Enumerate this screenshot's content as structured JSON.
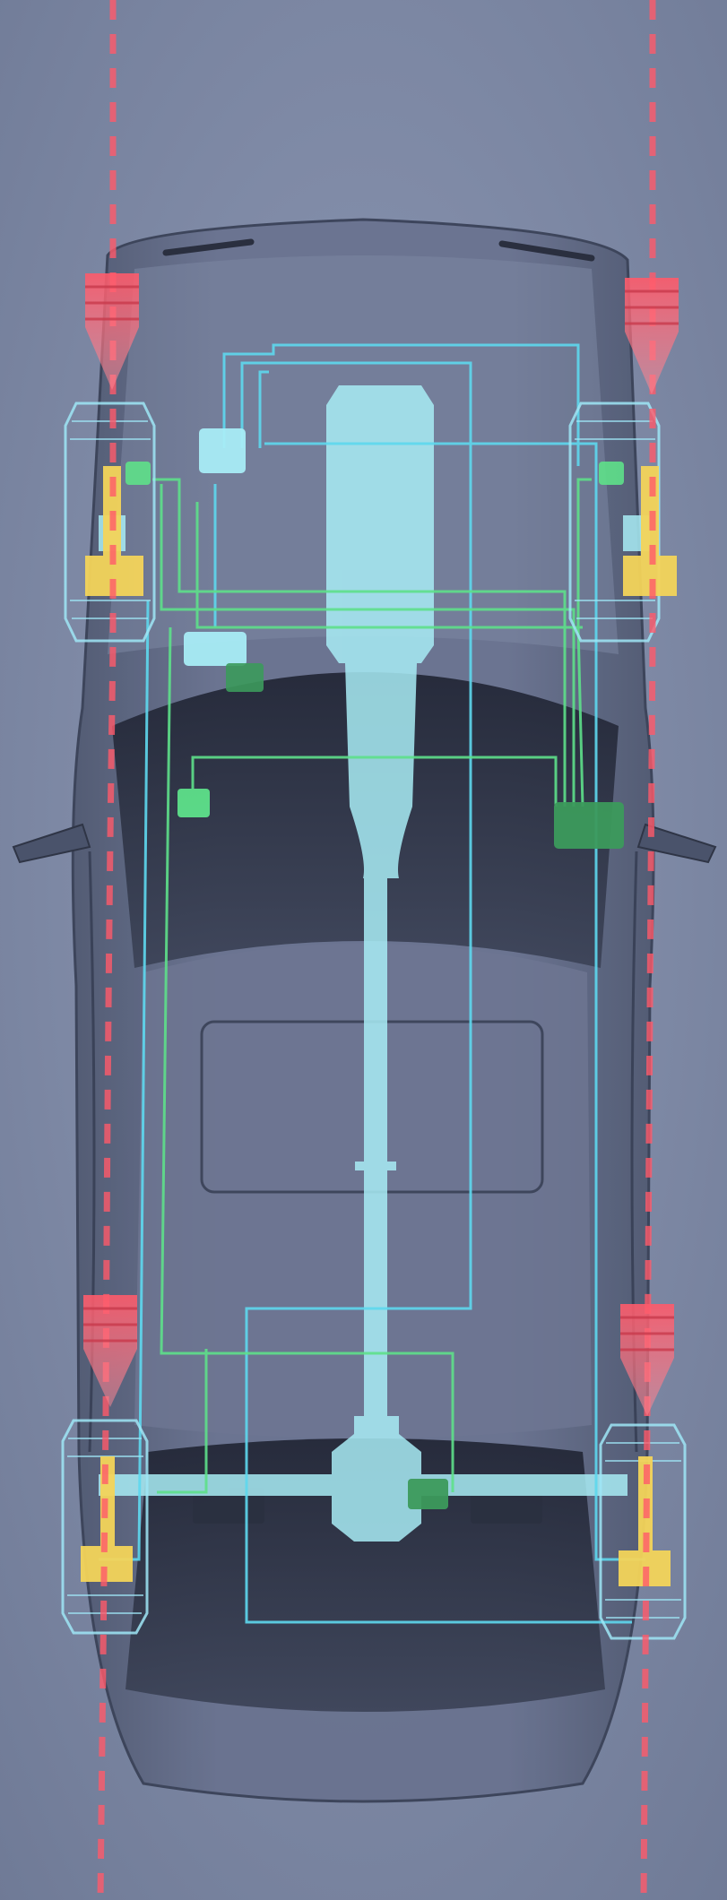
{
  "image": {
    "description_kind": "top-down technical illustration",
    "colors": {
      "background": "#7f8aa6",
      "car_body": "#5e6780",
      "glass": "#2c3142",
      "hydraulic_line": "#5ed8ee",
      "electric_line": "#5ee08a",
      "actuator": "#f3d45a",
      "track_line": "#ff5a6a",
      "wheel_outline": "#9fe6f6"
    },
    "layers": [
      "car-body",
      "driveline",
      "hydraulic-lines",
      "electric-lines",
      "wheel-units",
      "track-lines",
      "direction-arrows"
    ]
  }
}
